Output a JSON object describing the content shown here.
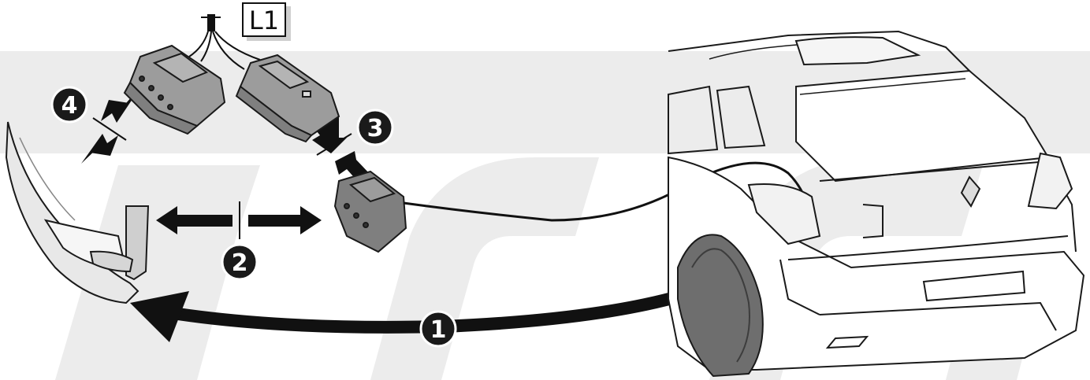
{
  "label": {
    "text": "L1"
  },
  "steps": [
    {
      "number": "1"
    },
    {
      "number": "2"
    },
    {
      "number": "3"
    },
    {
      "number": "4"
    }
  ],
  "colors": {
    "watermark": "#ececec",
    "outline": "#1a1a1a",
    "connector": "#7f7f7f",
    "connector_light": "#9c9c9c",
    "badge": "#1a1a1a",
    "tire": "#6e6e6e"
  }
}
